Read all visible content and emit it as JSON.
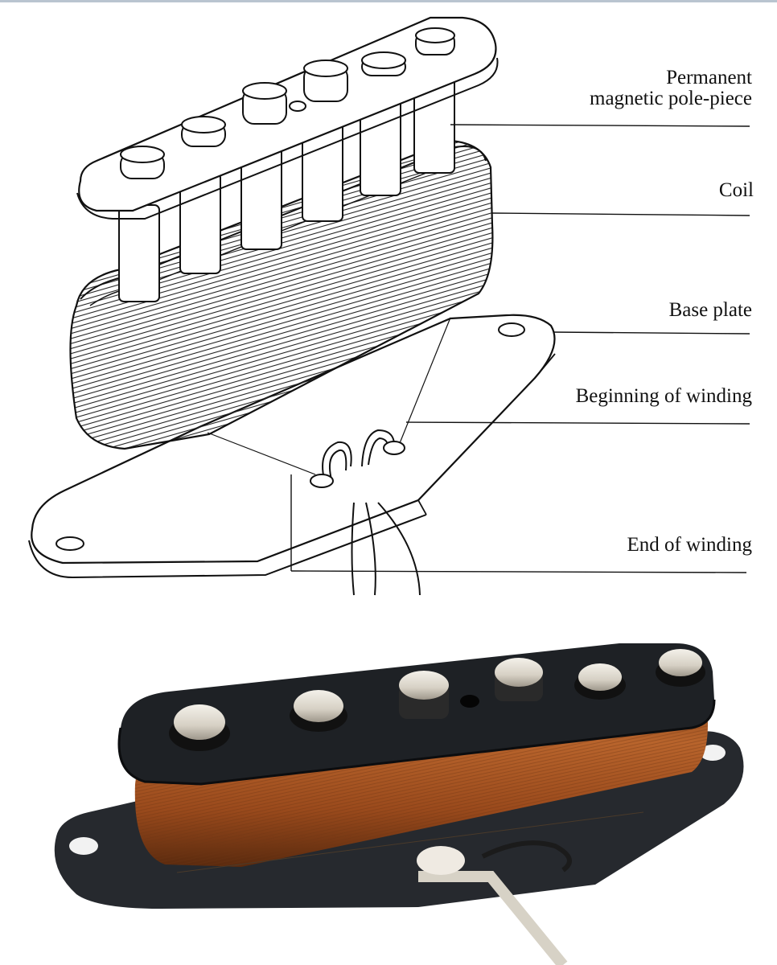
{
  "labels": {
    "pole_piece_line1": "Permanent",
    "pole_piece_line2": "magnetic pole-piece",
    "coil": "Coil",
    "base_plate": "Base plate",
    "beginning_of_winding": "Beginning of winding",
    "end_of_winding": "End of winding"
  },
  "colors": {
    "ink": "#111111",
    "top_plate": "#1f2226",
    "copper_coil": "#9a4a1c",
    "magnet_metal": "#d9d4c8",
    "frame_bar": "#b9c4d0"
  }
}
